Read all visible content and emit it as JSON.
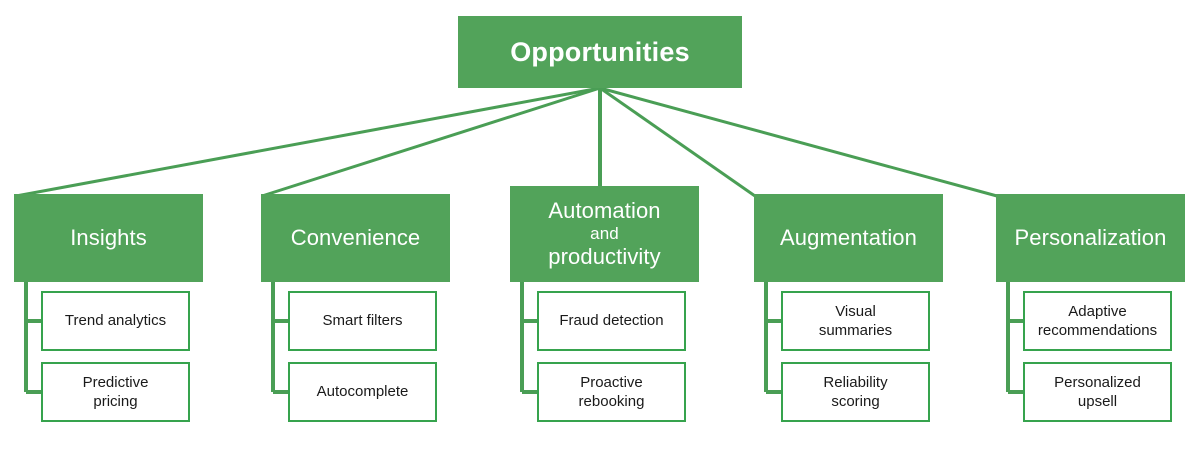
{
  "theme": {
    "fill_green": "#52a35a",
    "stroke_green": "#36a34d",
    "connector_green": "#4a9e55",
    "text_on_green": "#ffffff",
    "text_dark": "#1a1a1a",
    "background": "#ffffff"
  },
  "root": {
    "label": "Opportunities"
  },
  "branches": [
    {
      "label": "Insights",
      "label_lines": [
        "Insights"
      ],
      "children": [
        {
          "lines": [
            "Trend analytics"
          ]
        },
        {
          "lines": [
            "Predictive",
            "pricing"
          ]
        }
      ]
    },
    {
      "label": "Convenience",
      "label_lines": [
        "Convenience"
      ],
      "children": [
        {
          "lines": [
            "Smart filters"
          ]
        },
        {
          "lines": [
            "Autocomplete"
          ]
        }
      ]
    },
    {
      "label": "Automation and productivity",
      "label_lines": [
        "Automation",
        "and",
        "productivity"
      ],
      "children": [
        {
          "lines": [
            "Fraud detection"
          ]
        },
        {
          "lines": [
            "Proactive",
            "rebooking"
          ]
        }
      ]
    },
    {
      "label": "Augmentation",
      "label_lines": [
        "Augmentation"
      ],
      "children": [
        {
          "lines": [
            "Visual",
            "summaries"
          ]
        },
        {
          "lines": [
            "Reliability",
            "scoring"
          ]
        }
      ]
    },
    {
      "label": "Personalization",
      "label_lines": [
        "Personalization"
      ],
      "children": [
        {
          "lines": [
            "Adaptive",
            "recommendations"
          ]
        },
        {
          "lines": [
            "Personalized",
            "upsell"
          ]
        }
      ]
    }
  ]
}
